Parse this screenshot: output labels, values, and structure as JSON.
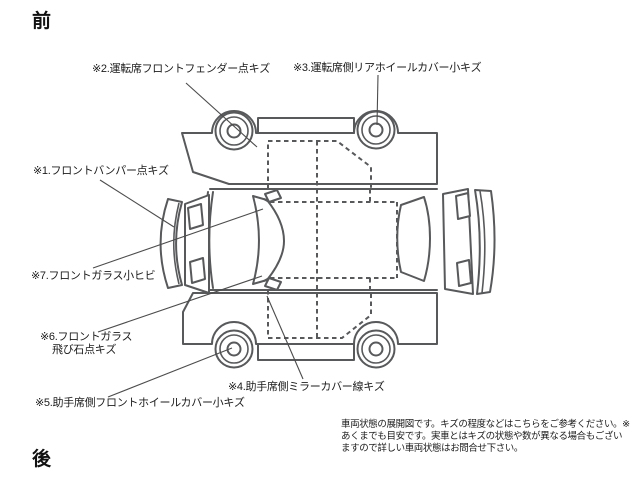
{
  "orientation": {
    "front": "前",
    "rear": "後"
  },
  "annotations": [
    {
      "id": "1",
      "text": "※1.フロントバンパー点キズ"
    },
    {
      "id": "2",
      "text": "※2.運転席フロントフェンダー点キズ"
    },
    {
      "id": "3",
      "text": "※3.運転席側リアホイールカバー小キズ"
    },
    {
      "id": "4",
      "text": "※4.助手席側ミラーカバー線キズ"
    },
    {
      "id": "5",
      "text": "※5.助手席側フロントホイールカバー小キズ"
    },
    {
      "id": "6",
      "text": "※6.フロントガラス",
      "text2": "飛び石点キズ"
    },
    {
      "id": "7",
      "text": "※7.フロントガラス小ヒビ"
    }
  ],
  "note": {
    "lines": [
      "車両状態の展開図です。キズの程度などはこちらをご参考ください。※",
      "あくまでも目安です。実車とはキズの状態や数が異なる場合もござい",
      "ますので詳しい車両状態はお問合せ下さい。"
    ]
  },
  "colors": {
    "outline": "#58595b",
    "callout": "#4c4c4c",
    "text": "#1c1c1c",
    "background": "#ffffff"
  }
}
